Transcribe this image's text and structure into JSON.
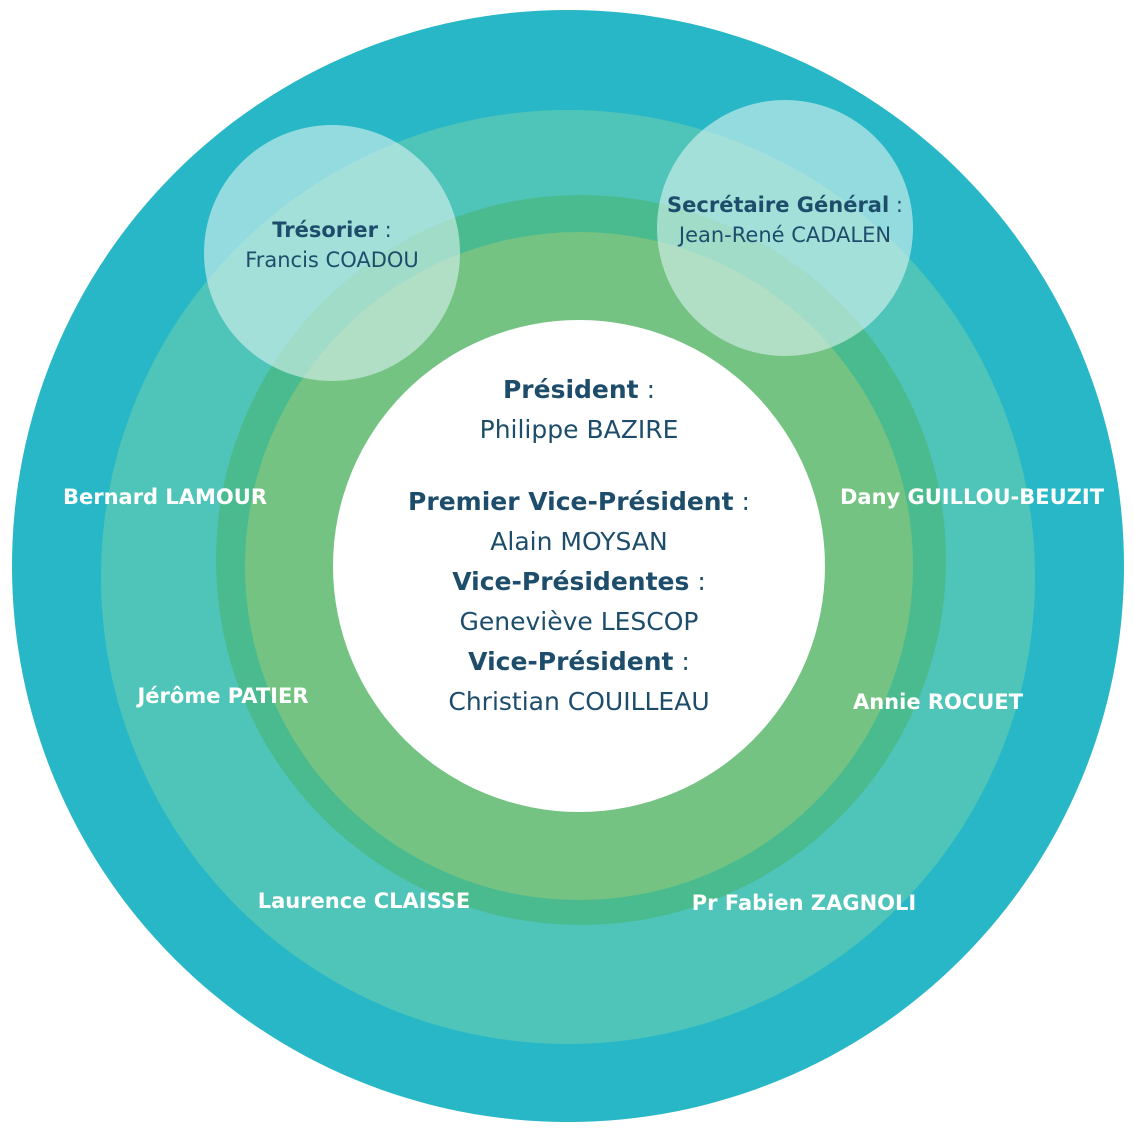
{
  "colors": {
    "ring_outer": "#27b7c6",
    "ring_second": "#4fc4b9",
    "ring_third": "#4abb8f",
    "ring_fourth": "#74c383",
    "core": "#ffffff",
    "bubble": "rgba(214, 240, 238, 0.62)",
    "text_dark": "#1d4d6a",
    "text_light": "#ffffff"
  },
  "tresorier": {
    "role": "Trésorier",
    "colon": " :",
    "name": "Francis COADOU"
  },
  "secretaire": {
    "role": "Secrétaire Général",
    "colon": " :",
    "name": "Jean-René CADALEN"
  },
  "bureau": {
    "president_role": "Président",
    "president_colon": " :",
    "president_name": "Philippe BAZIRE",
    "premier_vp_role": "Premier Vice-Président",
    "premier_vp_colon": " :",
    "premier_vp_name": "Alain MOYSAN",
    "vps_role": "Vice-Présidentes",
    "vps_colon": " :",
    "vps_name": "Geneviève LESCOP",
    "vp_role": "Vice-Président",
    "vp_colon": " :",
    "vp_name": "Christian COUILLEAU"
  },
  "members": {
    "lamour": "Bernard LAMOUR",
    "guillou": "Dany GUILLOU-BEUZIT",
    "patier": "Jérôme PATIER",
    "rocuet": "Annie ROCUET",
    "claisse": "Laurence CLAISSE",
    "zagnoli": "Pr Fabien ZAGNOLI"
  }
}
